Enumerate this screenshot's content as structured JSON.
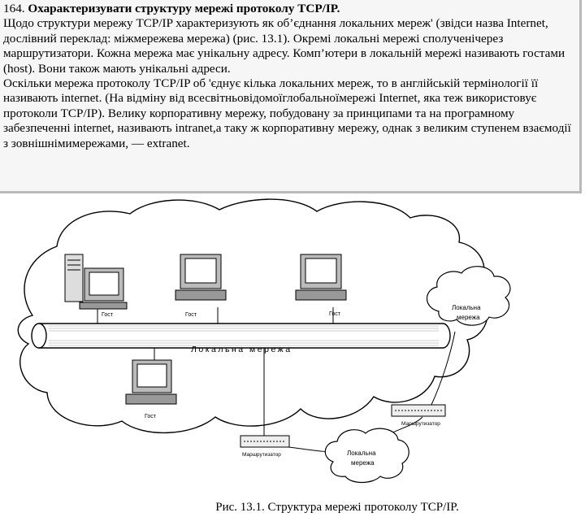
{
  "text": {
    "number": "164.",
    "title": "Охарактеризувати структуру мережі протоколу TCP/IP.",
    "paragraph1": "Щодо структури мережу TCP/IP характеризують як об’єднання локальних мереж' (звідси назва Internet, дослівний переклад: міжмережева мережа) (рис. 13.1). Окремі локальні мережі сполученічерез маршрутизатори. Кожна мережа має унікальну адресу. Комп’ютери в локальній мережі називають гостами (host). Вони також мають унікальні адреси.",
    "paragraph2": "Оскільки мережа протоколу TCP/IP об 'єднує кілька локальних мереж, то в англійській термінології її називають internet. (На відміну від всесвітньовідомоїглобальноїмережі Internet, яка теж використовує протоколи TCP/IP). Велику корпоративну мережу, побудовану за принципами та на програмному забезпеченні internet, називають intranet,а таку ж корпоративну мережу, однак з великим ступенем взаємодії з зовнішнімимережами, — extranet."
  },
  "figure": {
    "bus_label": "Локальна мережа",
    "host_labels": [
      "Гост",
      "Гост",
      "Гост",
      "Гост"
    ],
    "router_labels": [
      "Маршрутизатор",
      "Маршрутизатор"
    ],
    "cloud_labels": [
      {
        "line1": "Локальна",
        "line2": "мережа"
      },
      {
        "line1": "Локальна",
        "line2": "мережа"
      }
    ],
    "caption": "Рис. 13.1. Структура мережі протоколу TCP/IP."
  }
}
